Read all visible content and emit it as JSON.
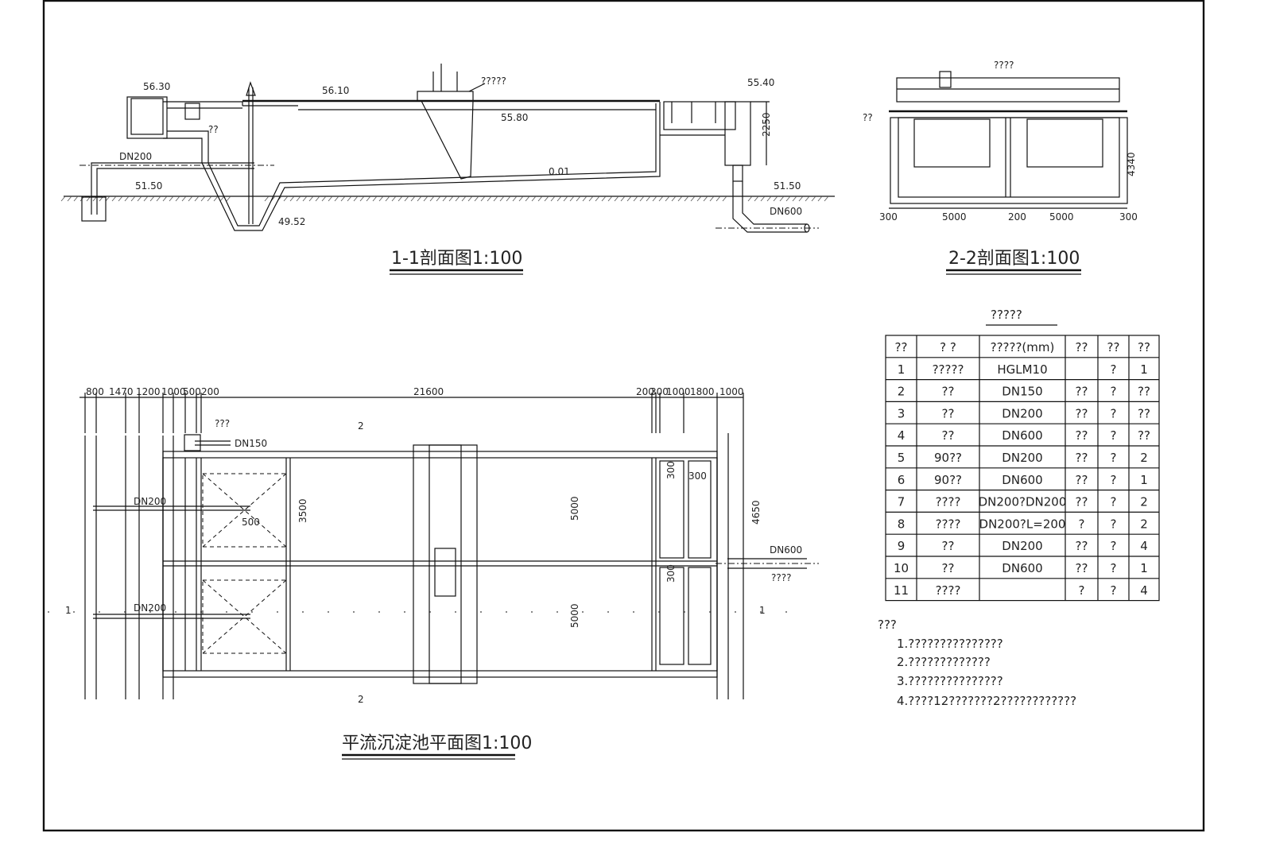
{
  "section_1_1": {
    "title": "1-1剖面图1:100",
    "elev_inlet": "56.30",
    "elev_top": "56.10",
    "elev_water": "55.80",
    "elev_outlet": "55.40",
    "elev_ground_left": "51.50",
    "elev_ground_right": "51.50",
    "elev_bottom": "49.52",
    "slope": "0.01",
    "pipe_inlet": "DN200",
    "pipe_outlet": "DN600",
    "label_scraper": "?????",
    "label_trough": "??",
    "dim_height": "2250"
  },
  "section_2_2": {
    "title": "2-2剖面图1:100",
    "label_top": "????",
    "label_left": "??",
    "dim_height": "4340",
    "dims": [
      "300",
      "5000",
      "200",
      "5000",
      "300"
    ]
  },
  "plan": {
    "title": "平流沉淀池平面图1:100",
    "top_dims_left": [
      "800",
      "1470",
      "1200",
      "1000",
      "500",
      "200"
    ],
    "top_dim_main": "21600",
    "top_dims_right": [
      "200",
      "300",
      "1000",
      "1800",
      "1000"
    ],
    "label_box": "???",
    "pipe_dn150": "DN150",
    "pipe_dn200_a": "DN200",
    "pipe_dn200_b": "DN200",
    "pipe_dn600": "DN600",
    "label_outlet": "????",
    "dim_3500": "3500",
    "dim_500": "500",
    "dim_5000_a": "5000",
    "dim_5000_b": "5000",
    "dim_4650": "4650",
    "dim_300_a": "300",
    "dim_300_b": "300",
    "dim_300_c": "300",
    "sec_mark_1": "1",
    "sec_mark_2": "2"
  },
  "equipment_table": {
    "title": "?????",
    "headers": [
      "??",
      "?  ?",
      "?????(mm)",
      "??",
      "??",
      "??"
    ],
    "rows": [
      [
        "1",
        "?????",
        "HGLM10",
        "",
        "?",
        "1"
      ],
      [
        "2",
        "??",
        "DN150",
        "??",
        "?",
        "??"
      ],
      [
        "3",
        "??",
        "DN200",
        "??",
        "?",
        "??"
      ],
      [
        "4",
        "??",
        "DN600",
        "??",
        "?",
        "??"
      ],
      [
        "5",
        "90??",
        "DN200",
        "??",
        "?",
        "2"
      ],
      [
        "6",
        "90??",
        "DN600",
        "??",
        "?",
        "1"
      ],
      [
        "7",
        "????",
        "DN200?DN200",
        "??",
        "?",
        "2"
      ],
      [
        "8",
        "????",
        "DN200?L=200",
        "?",
        "?",
        "2"
      ],
      [
        "9",
        "??",
        "DN200",
        "??",
        "?",
        "4"
      ],
      [
        "10",
        "??",
        "DN600",
        "??",
        "?",
        "1"
      ],
      [
        "11",
        "????",
        "",
        "?",
        "?",
        "4"
      ]
    ]
  },
  "notes": {
    "title": "???",
    "items": [
      "1.???????????????",
      "2.?????????????",
      "3.???????????????",
      "4.????12???????2????????????"
    ]
  }
}
